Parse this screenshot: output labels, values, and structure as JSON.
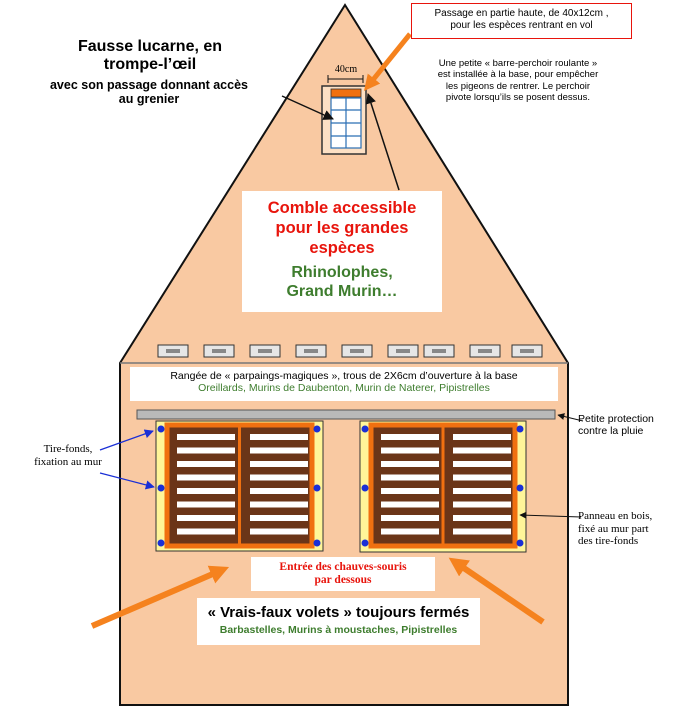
{
  "title_lucarne": {
    "line1": "Fausse lucarne, en",
    "line2": "trompe-l’œil",
    "line3": "avec son passage donnant accès",
    "line4": "au grenier"
  },
  "passage_note": {
    "line1": "Passage en partie haute, de 40x12cm ,",
    "line2": "pour les espèces rentrant en vol"
  },
  "barre_note": {
    "line1": "Une petite « barre-perchoir roulante »",
    "line2": "est installée à la base, pour empêcher",
    "line3": "les pigeons de rentrer.   Le perchoir",
    "line4": "pivote lorsqu’ils se posent dessus."
  },
  "dim_label": "40cm",
  "comble": {
    "line1": "Comble accessible",
    "line2": "pour les grandes",
    "line3": "espèces",
    "line4": "Rhinolophes,",
    "line5": "Grand Murin…"
  },
  "parpaings": {
    "line1": "Rangée de « parpaings-magiques », trous de 2X6cm d’ouverture à la base",
    "line2": "Oreillards, Murins de Daubenton, Murin de Naterer, Pipistrelles"
  },
  "protection": {
    "line1": "Petite protection",
    "line2": "contre la pluie"
  },
  "tirefonds": {
    "line1": "Tire-fonds,",
    "line2": "fixation au mur"
  },
  "panneau": {
    "line1": "Panneau en bois,",
    "line2": "fixé au mur part",
    "line3": "des tire-fonds"
  },
  "entree": {
    "line1": "Entrée des chauves-souris",
    "line2": "par dessous"
  },
  "volets": {
    "line1": "« Vrais-faux volets » toujours fermés",
    "line2": "Barbastelles, Murins à moustaches, Pipistrelles"
  },
  "colors": {
    "wall": "#f9c9a2",
    "shutter_frame": "#fff599",
    "shutter_wood": "#6b3518",
    "shutter_border": "#f07010",
    "arrow": "#f5821e",
    "green_text": "#3e7d2e",
    "red_text": "#e8140c"
  }
}
